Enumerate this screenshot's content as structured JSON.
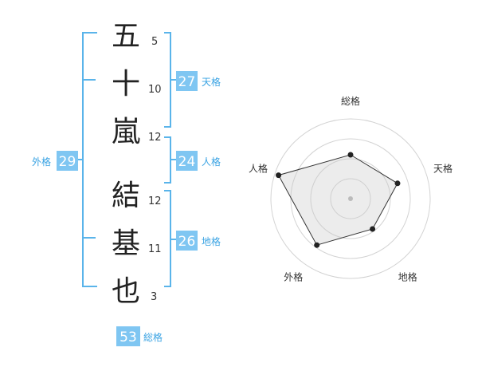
{
  "name": {
    "characters": [
      {
        "char": "五",
        "strokes": "5"
      },
      {
        "char": "十",
        "strokes": "10"
      },
      {
        "char": "嵐",
        "strokes": "12"
      },
      {
        "char": "結",
        "strokes": "12"
      },
      {
        "char": "基",
        "strokes": "11"
      },
      {
        "char": "也",
        "strokes": "3"
      }
    ]
  },
  "fortunes": {
    "tenkaku": {
      "value": "27",
      "label": "天格"
    },
    "jinkaku": {
      "value": "24",
      "label": "人格"
    },
    "chikaku": {
      "value": "26",
      "label": "地格"
    },
    "gaikaku": {
      "value": "29",
      "label": "外格"
    },
    "soukaku": {
      "value": "53",
      "label": "総格"
    }
  },
  "colors": {
    "accent": "#7fc6f2",
    "accent_text": "#3aa3e3",
    "bracket": "#5ab4ea"
  },
  "chart_data": {
    "type": "radar",
    "axes": [
      "総格",
      "天格",
      "地格",
      "外格",
      "人格"
    ],
    "values": [
      0.55,
      0.62,
      0.47,
      0.72,
      0.95
    ],
    "scale_max": 1,
    "rings": 4
  }
}
